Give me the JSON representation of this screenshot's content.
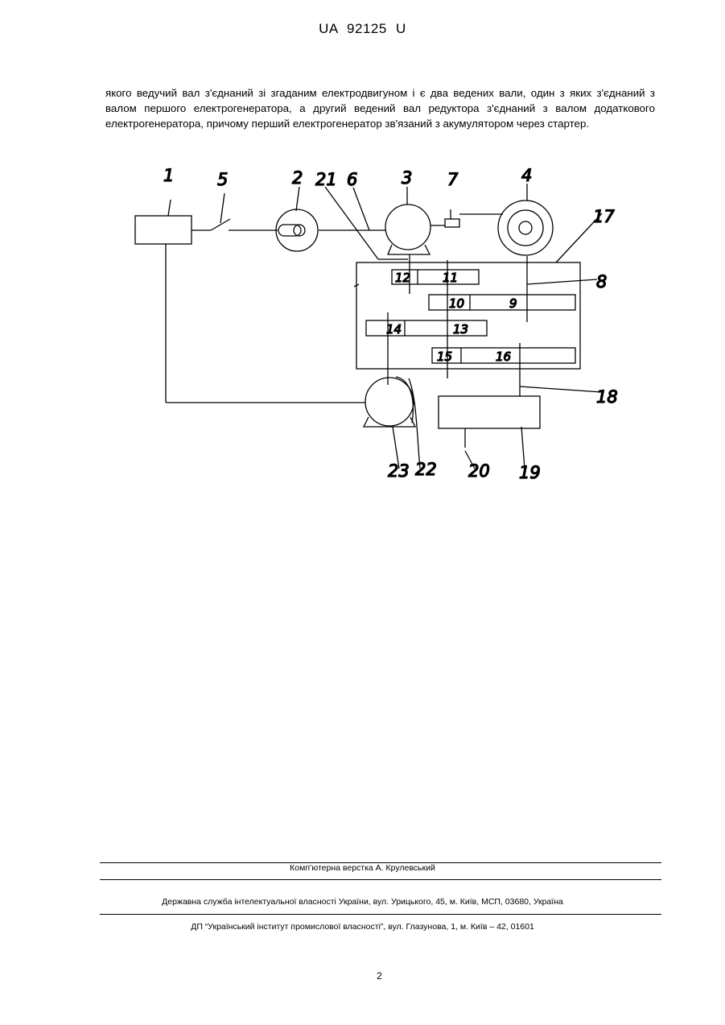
{
  "header": {
    "doc_id": "UA   92125   U"
  },
  "body": {
    "paragraph": "якого ведучий вал з'єднаний зі згаданим електродвигуном і є два ведених вали, один з яких з'єднаний з валом першого електрогенератора, а другий ведений вал редуктора з'єднаний з валом додаткового електрогенератора, причому перший електрогенератор зв'язаний з акумулятором через стартер."
  },
  "figure": {
    "labels": {
      "l1": "1",
      "l2": "2",
      "l3": "3",
      "l4": "4",
      "l5": "5",
      "l6": "6",
      "l7": "7",
      "l8": "8",
      "l9": "9",
      "l10": "10",
      "l11": "11",
      "l12": "12",
      "l13": "13",
      "l14": "14",
      "l15": "15",
      "l16": "16",
      "l17": "17",
      "l18": "18",
      "l19": "19",
      "l20": "20",
      "l21": "21",
      "l22": "22",
      "l23": "23"
    }
  },
  "footer": {
    "credit": "Комп’ютерна верстка А. Крулевський",
    "agency": "Державна служба інтелектуальної власності України, вул. Урицького, 45, м. Київ, МСП, 03680, Україна",
    "institute": "ДП “Український інститут промислової власності”, вул. Глазунова, 1, м. Київ – 42, 01601"
  },
  "page": {
    "number": "2"
  }
}
